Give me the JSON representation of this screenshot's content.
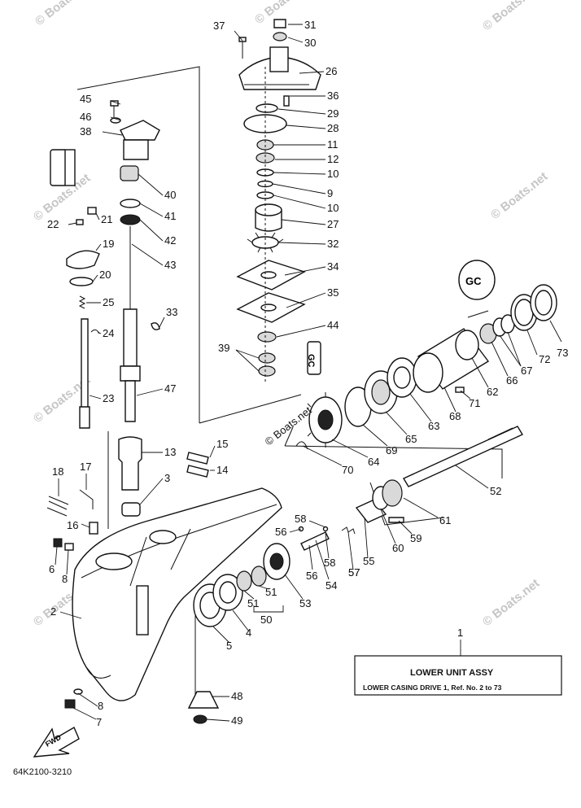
{
  "diagram": {
    "title_box": {
      "line1": "LOWER UNIT ASSY",
      "line2": "LOWER CASING DRIVE 1,  Ref. No. 2 to 73",
      "ref": "1"
    },
    "part_number": "64K2100-3210",
    "fwd_label": "FWD",
    "watermark": "© Boats.net",
    "watermark_center": "© Boats.net",
    "callouts": [
      "31",
      "30",
      "37",
      "26",
      "36",
      "29",
      "28",
      "11",
      "12",
      "10",
      "9",
      "10",
      "27",
      "32",
      "34",
      "35",
      "44",
      "39",
      "45",
      "46",
      "38",
      "40",
      "41",
      "42",
      "43",
      "21",
      "22",
      "19",
      "20",
      "25",
      "33",
      "24",
      "23",
      "47",
      "15",
      "13",
      "14",
      "3",
      "18",
      "17",
      "16",
      "6",
      "8",
      "2",
      "7",
      "8",
      "58",
      "56",
      "58",
      "57",
      "55",
      "60",
      "59",
      "61",
      "52",
      "54",
      "56",
      "57",
      "53",
      "51",
      "51",
      "50",
      "4",
      "5",
      "48",
      "49",
      "62",
      "66",
      "67",
      "72",
      "73",
      "71",
      "68",
      "63",
      "65",
      "69",
      "64",
      "70"
    ]
  }
}
